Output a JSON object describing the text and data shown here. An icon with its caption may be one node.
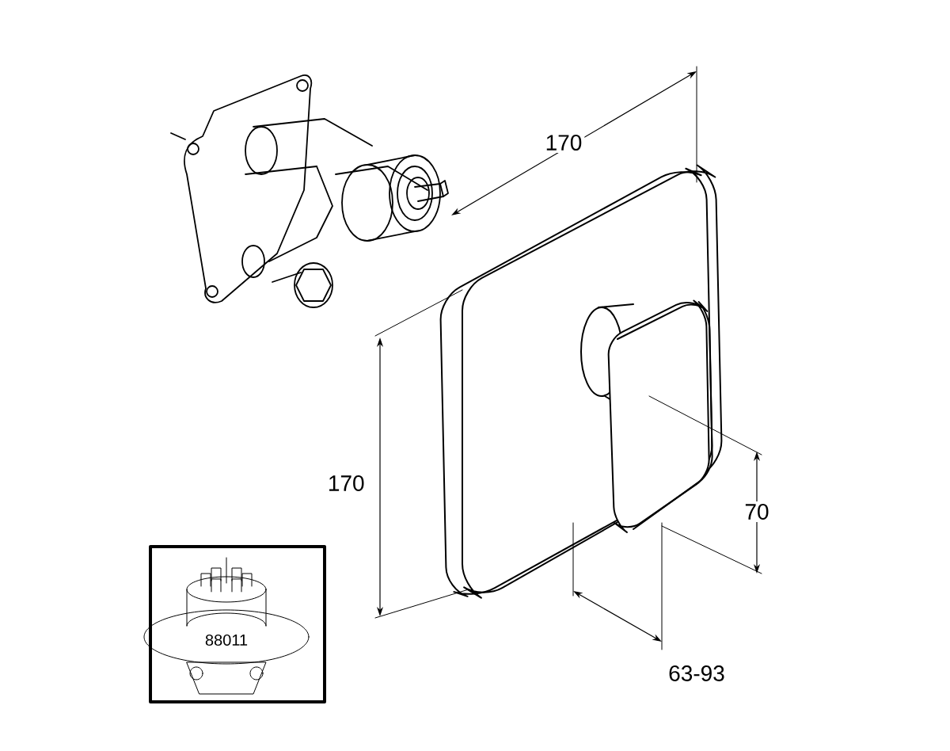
{
  "diagram": {
    "labels": [
      "170",
      "170",
      "70",
      "63-93",
      "88011"
    ]
  }
}
